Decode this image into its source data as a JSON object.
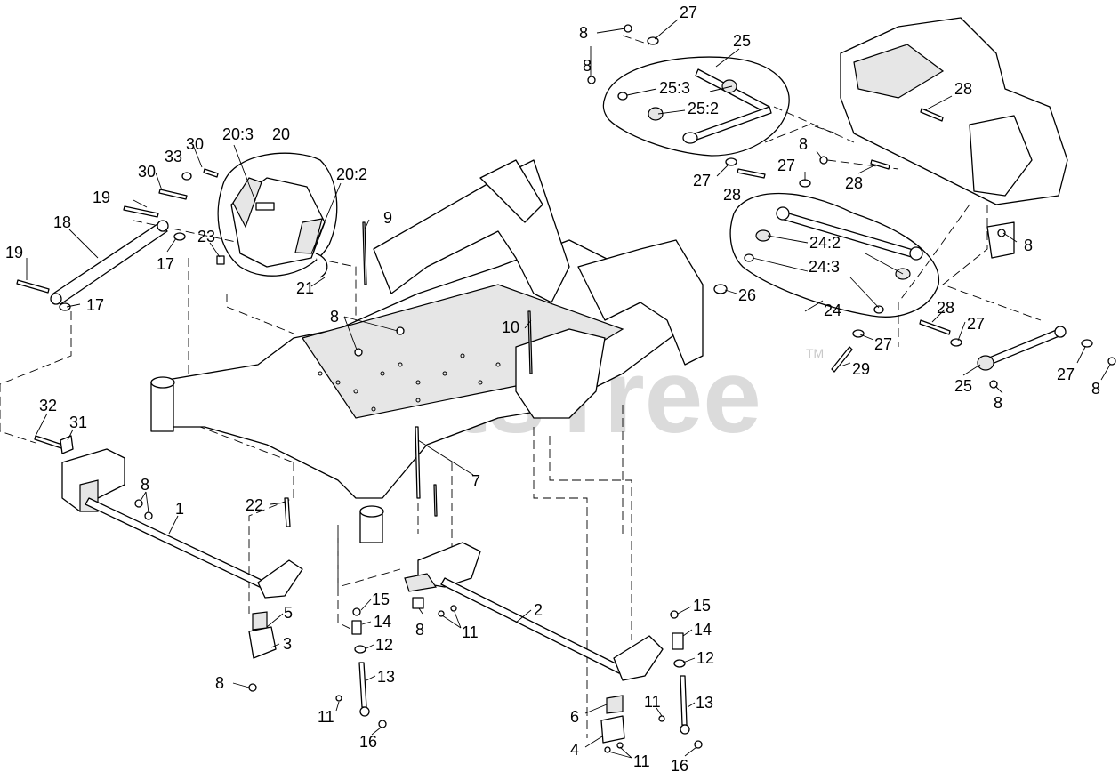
{
  "watermark": {
    "brand": "PartsTree",
    "trademark": "TM",
    "color": "#d0d0d0"
  },
  "callouts": {
    "c1": "1",
    "c2": "2",
    "c3": "3",
    "c4": "4",
    "c5": "5",
    "c6": "6",
    "c7": "7",
    "c8": "8",
    "c9": "9",
    "c10": "10",
    "c11": "11",
    "c12": "12",
    "c13": "13",
    "c14": "14",
    "c15": "15",
    "c16": "16",
    "c17": "17",
    "c18": "18",
    "c19": "19",
    "c20": "20",
    "c20_2": "20:2",
    "c20_3": "20:3",
    "c21": "21",
    "c22": "22",
    "c23": "23",
    "c24": "24",
    "c24_2": "24:2",
    "c24_3": "24:3",
    "c25": "25",
    "c25_2": "25:2",
    "c25_3": "25:3",
    "c26": "26",
    "c27": "27",
    "c28": "28",
    "c29": "29",
    "c30": "30",
    "c31": "31",
    "c32": "32",
    "c33": "33"
  },
  "colors": {
    "line": "#000000",
    "background": "#ffffff",
    "shade": "#e6e6e6"
  }
}
